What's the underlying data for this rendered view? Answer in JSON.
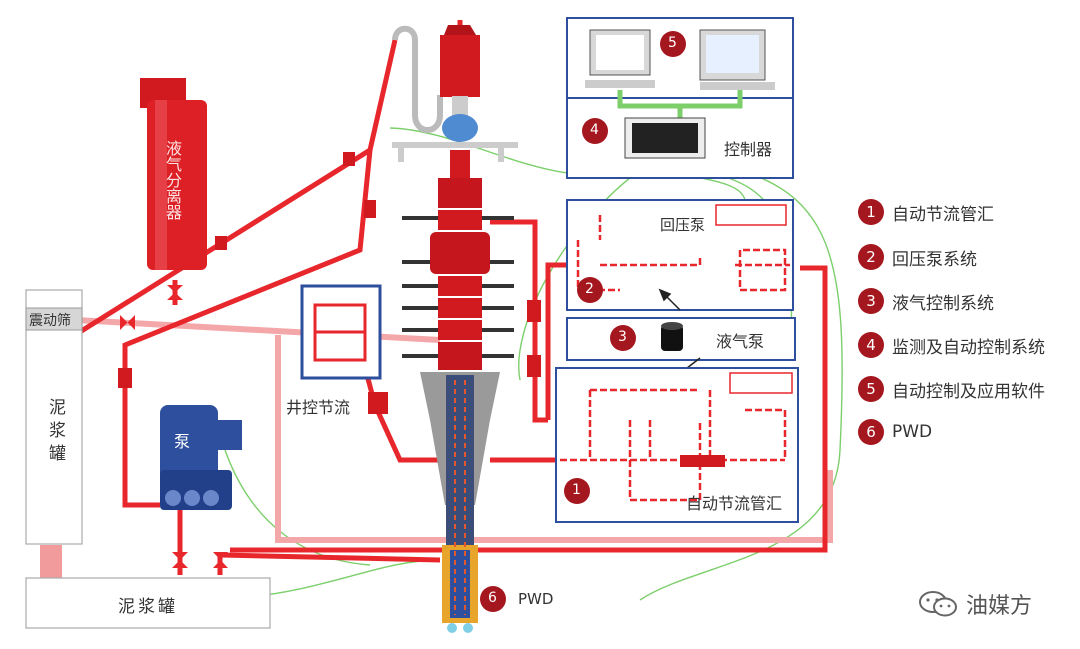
{
  "components": {
    "separator_label": "液气分离器",
    "shaker_label": "震动筛",
    "mud_tank_vertical_label": "泥浆罐",
    "mud_tank_bottom_label": "泥浆罐",
    "pump_label": "泵",
    "well_choke_label": "井控节流",
    "backpressure_pump_label": "回压泵",
    "liquid_gas_pump_label": "液气泵",
    "controller_label": "控制器",
    "choke_manifold_label": "自动节流管汇",
    "pwd_label": "PWD"
  },
  "badges": [
    "5",
    "4",
    "2",
    "3",
    "1",
    "6"
  ],
  "legend": [
    {
      "num": "1",
      "text": "自动节流管汇"
    },
    {
      "num": "2",
      "text": "回压泵系统"
    },
    {
      "num": "3",
      "text": "液气控制系统"
    },
    {
      "num": "4",
      "text": "监测及自动控制系统"
    },
    {
      "num": "5",
      "text": "自动控制及应用软件"
    },
    {
      "num": "6",
      "text": "PWD"
    }
  ],
  "watermark": "油媒方",
  "colors": {
    "pipe_red": "#e8272d",
    "pipe_pink": "#f4a7a8",
    "box_blue": "#2e4f9e",
    "signal_green": "#7ccf6b",
    "badge_red": "#a5171e"
  }
}
